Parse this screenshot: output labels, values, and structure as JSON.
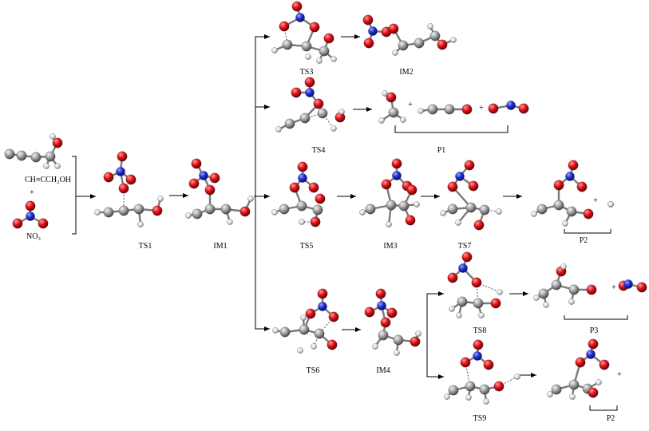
{
  "reactants": {
    "molecule1": "CH≡CCH₂OH",
    "plus": "+",
    "molecule2": "NO₃"
  },
  "labels": {
    "TS1": "TS1",
    "IM1": "IM1",
    "TS3": "TS3",
    "IM2": "IM2",
    "TS4": "TS4",
    "P1": "P1",
    "TS5": "TS5",
    "IM3": "IM3",
    "TS7": "TS7",
    "P2_upper": "P2",
    "TS6": "TS6",
    "IM4": "IM4",
    "TS8": "TS8",
    "P3": "P3",
    "TS9": "TS9",
    "P2_lower": "P2"
  },
  "plus_signs": {
    "p1_a": "+",
    "p1_b": "+",
    "p2_upper": "+",
    "p3": "+",
    "p2_lower": "+"
  },
  "colors": {
    "carbon": "#8e8e8e",
    "oxygen": "#e0121a",
    "nitrogen": "#1f2fd8",
    "hydrogen": "#e8e8e8",
    "line": "#000000"
  }
}
